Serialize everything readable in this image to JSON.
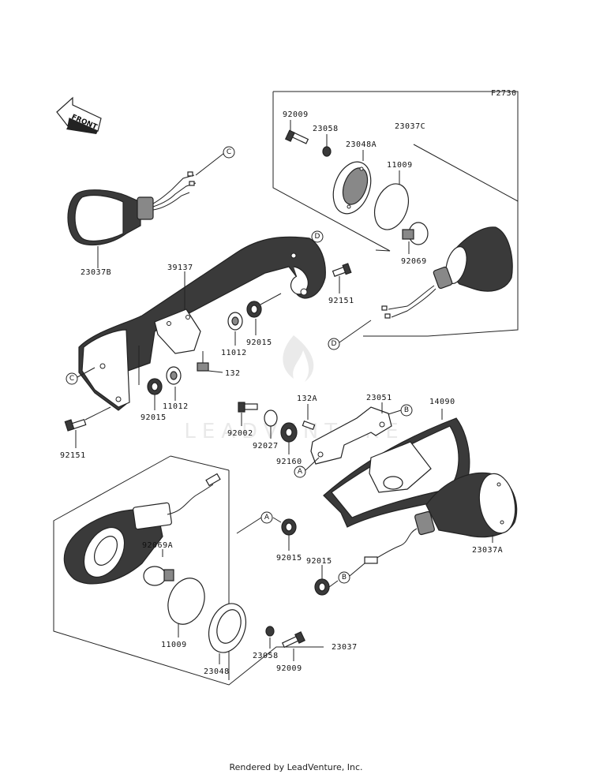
{
  "figure_code": "F2730",
  "front_label": "FRONT",
  "footer": "Rendered by LeadVenture, Inc.",
  "watermark": "LEADVENTURE",
  "callouts": {
    "A": "A",
    "B": "B",
    "C": "C",
    "D": "D"
  },
  "parts": [
    {
      "id": "p-92009-top",
      "text": "92009"
    },
    {
      "id": "p-23058-top",
      "text": "23058"
    },
    {
      "id": "p-23048A",
      "text": "23048A"
    },
    {
      "id": "p-23037C",
      "text": "23037C"
    },
    {
      "id": "p-11009-top",
      "text": "11009"
    },
    {
      "id": "p-92069",
      "text": "92069"
    },
    {
      "id": "p-23037B",
      "text": "23037B"
    },
    {
      "id": "p-39137",
      "text": "39137"
    },
    {
      "id": "p-92151-right",
      "text": "92151"
    },
    {
      "id": "p-11012-a",
      "text": "11012"
    },
    {
      "id": "p-92015-a",
      "text": "92015"
    },
    {
      "id": "p-132",
      "text": "132"
    },
    {
      "id": "p-92015-b",
      "text": "92015"
    },
    {
      "id": "p-11012-b",
      "text": "11012"
    },
    {
      "id": "p-92151-left",
      "text": "92151"
    },
    {
      "id": "p-132A",
      "text": "132A"
    },
    {
      "id": "p-23051",
      "text": "23051"
    },
    {
      "id": "p-14090",
      "text": "14090"
    },
    {
      "id": "p-92002",
      "text": "92002"
    },
    {
      "id": "p-92027",
      "text": "92027"
    },
    {
      "id": "p-92160",
      "text": "92160"
    },
    {
      "id": "p-92015-c",
      "text": "92015"
    },
    {
      "id": "p-23037A",
      "text": "23037A"
    },
    {
      "id": "p-92015-d",
      "text": "92015"
    },
    {
      "id": "p-92069A",
      "text": "92069A"
    },
    {
      "id": "p-11009-bot",
      "text": "11009"
    },
    {
      "id": "p-23048",
      "text": "23048"
    },
    {
      "id": "p-23058-bot",
      "text": "23058"
    },
    {
      "id": "p-92009-bot",
      "text": "92009"
    },
    {
      "id": "p-23037",
      "text": "23037"
    }
  ]
}
